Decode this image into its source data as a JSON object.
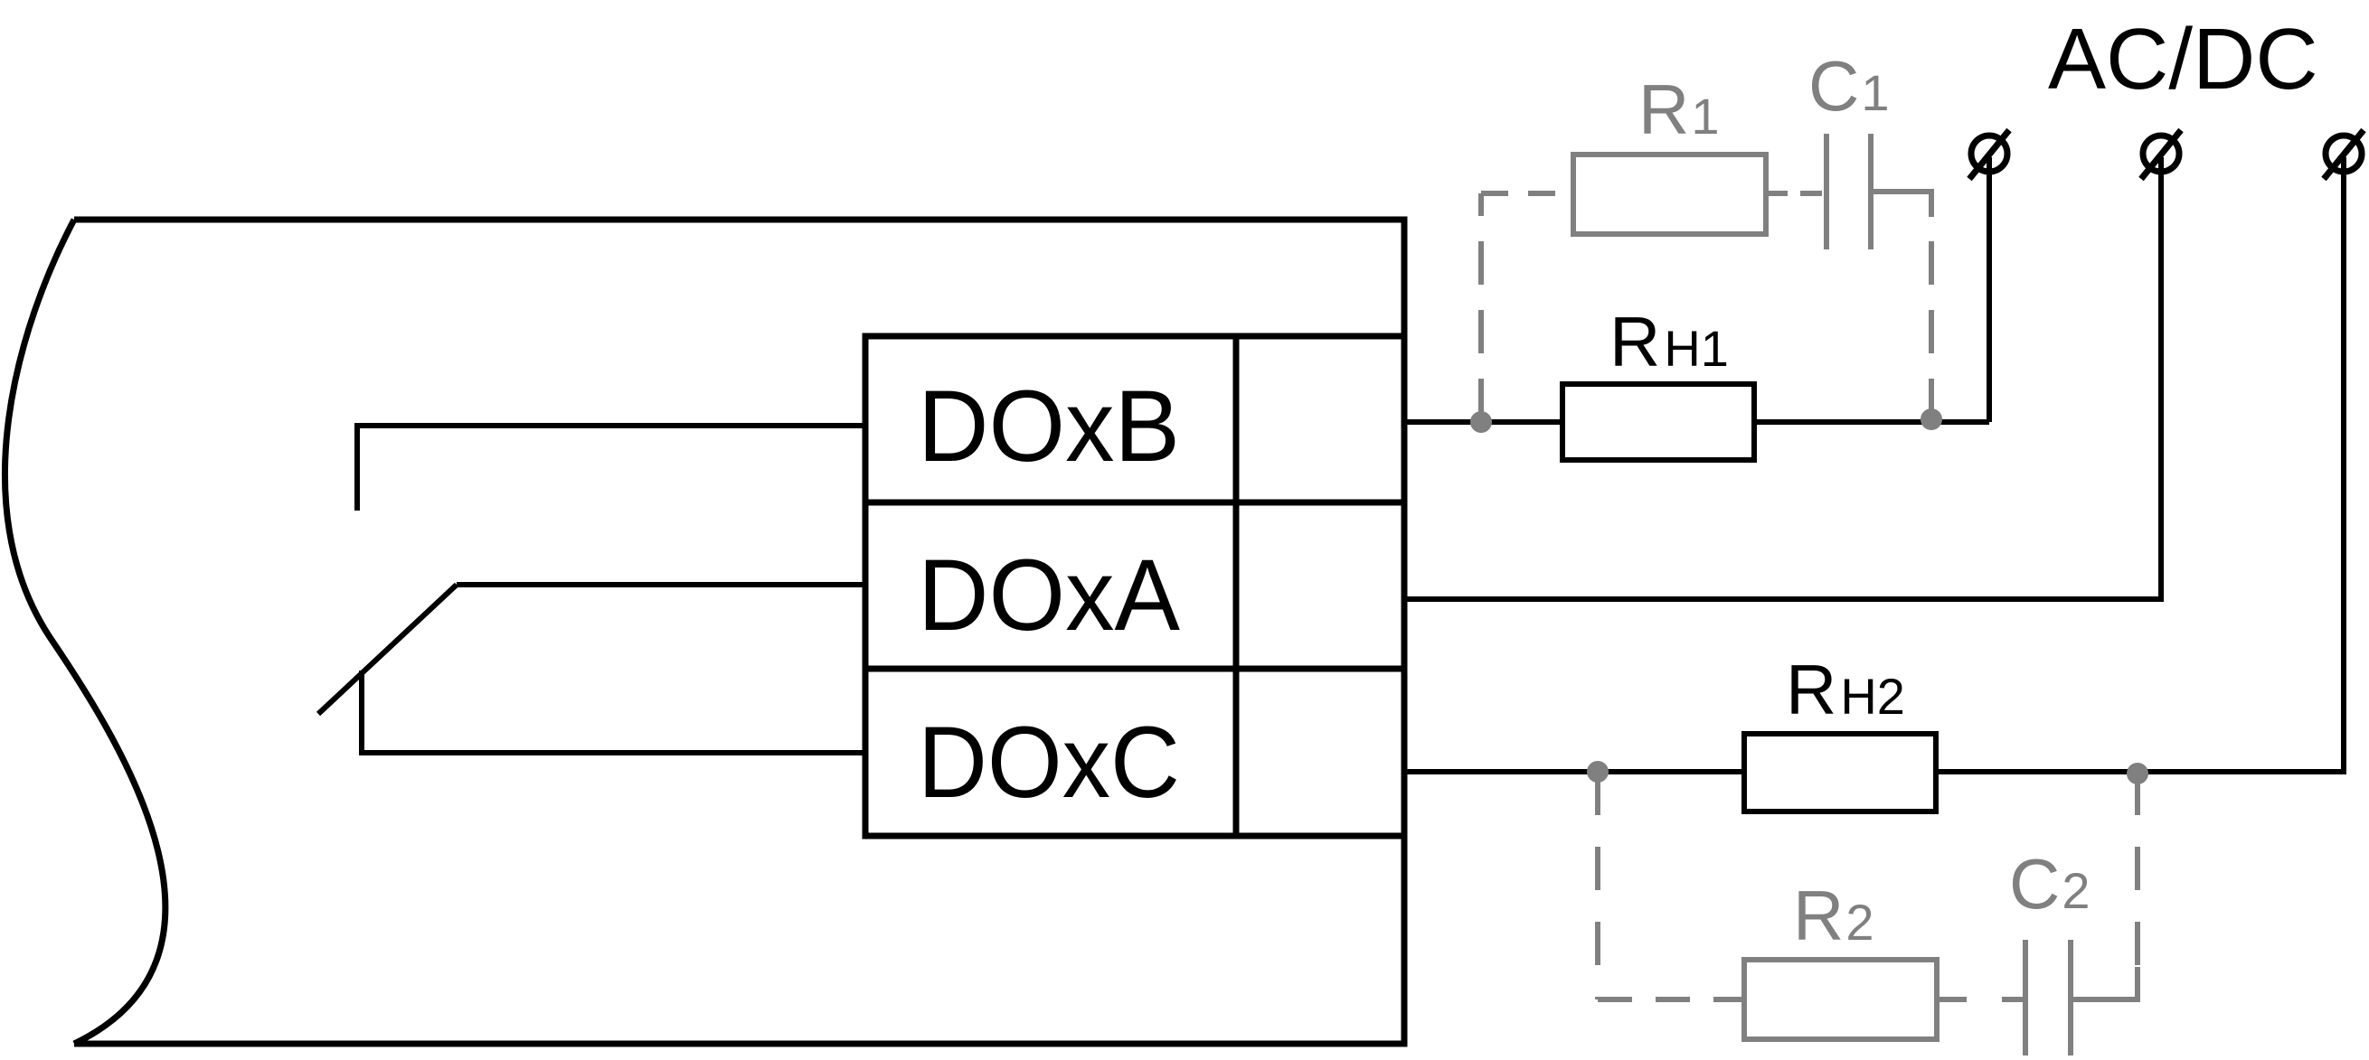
{
  "blocks": {
    "doxb": "DOxB",
    "doxa": "DOxA",
    "doxc": "DOxC"
  },
  "supply": {
    "label": "AC/DC"
  },
  "loads": {
    "rh1": {
      "main": "R",
      "sub": "H1"
    },
    "rh2": {
      "main": "R",
      "sub": "H2"
    }
  },
  "snubbers": {
    "r1": {
      "main": "R",
      "sub": "1"
    },
    "c1": {
      "main": "C",
      "sub": "1"
    },
    "r2": {
      "main": "R",
      "sub": "2"
    },
    "c2": {
      "main": "C",
      "sub": "2"
    }
  },
  "colors": {
    "line": "#000000",
    "optional": "#808080",
    "node": "#808080",
    "background": "#ffffff"
  },
  "icons": {
    "terminal": "screw-terminal-circle-slash"
  }
}
